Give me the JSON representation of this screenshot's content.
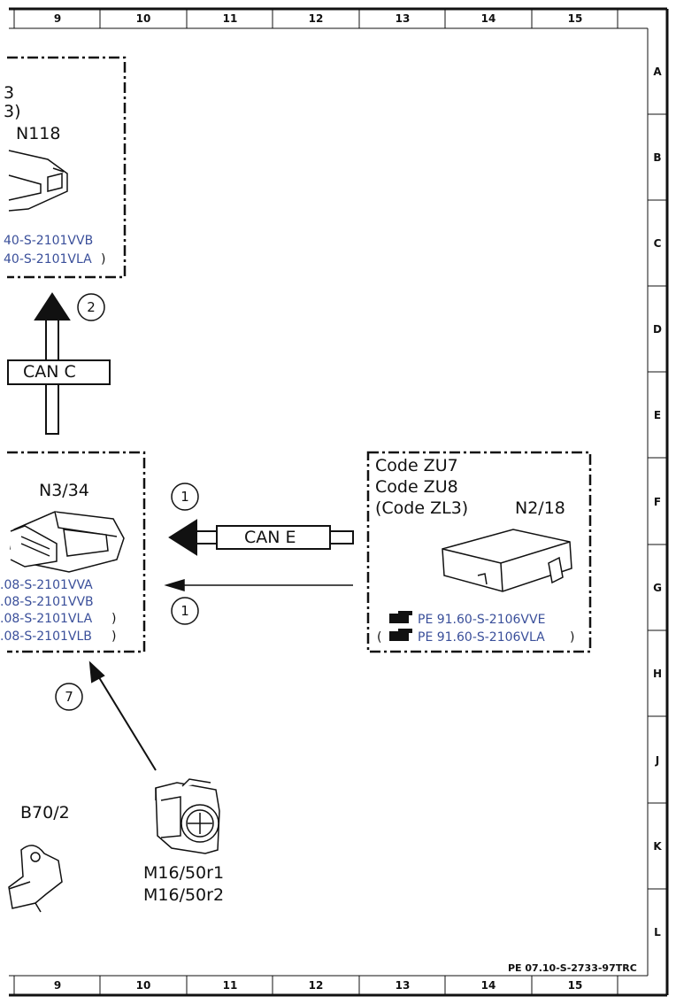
{
  "grid": {
    "columns": [
      "9",
      "10",
      "11",
      "12",
      "13",
      "14",
      "15"
    ],
    "rows": [
      "A",
      "B",
      "C",
      "D",
      "E",
      "F",
      "G",
      "H",
      "J",
      "K",
      "L"
    ]
  },
  "footer": {
    "doc_ref": "PE 07.10-S-2733-97TRC"
  },
  "modules": {
    "n118": {
      "label": "N118",
      "partial_lines": [
        "3",
        "3)"
      ],
      "refs": [
        "40-S-2101VVB",
        "40-S-2101VLA"
      ],
      "closing_paren": ")"
    },
    "n3_34": {
      "label": "N3/34",
      "refs": [
        ".08-S-2101VVA",
        ".08-S-2101VVB",
        ".08-S-2101VLA",
        ".08-S-2101VLB"
      ],
      "closing_paren": ")"
    },
    "n2_18": {
      "label": "N2/18",
      "codes": [
        "Code ZU7",
        "Code ZU8",
        "(Code ZL3)"
      ],
      "refs": [
        "PE 91.60-S-2106VVE",
        "PE 91.60-S-2106VLA"
      ],
      "open_paren": "(",
      "closing_paren": ")"
    },
    "b70_2": {
      "label": "B70/2"
    },
    "m16_50": {
      "labels": [
        "M16/50r1",
        "M16/50r2"
      ]
    }
  },
  "buses": {
    "can_c": "CAN C",
    "can_e": "CAN E"
  },
  "signals": {
    "n2": "2",
    "n1a": "1",
    "n1b": "1",
    "n7": "7"
  },
  "colors": {
    "line": "#111111",
    "reference_link": "#3a4f9a"
  }
}
